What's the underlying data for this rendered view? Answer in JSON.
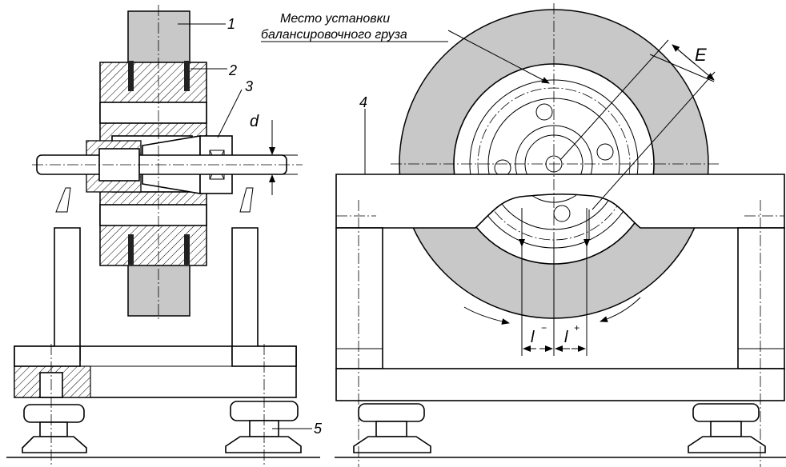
{
  "labels": {
    "n1": "1",
    "n2": "2",
    "n3": "3",
    "n4": "4",
    "n5": "5",
    "d": "d",
    "E": "E",
    "l_minus": "l",
    "l_minus_sup": "−",
    "l_plus": "l",
    "l_plus_sup": "+",
    "place_line1": "Место установки",
    "place_line2": "балансировочного груза"
  }
}
